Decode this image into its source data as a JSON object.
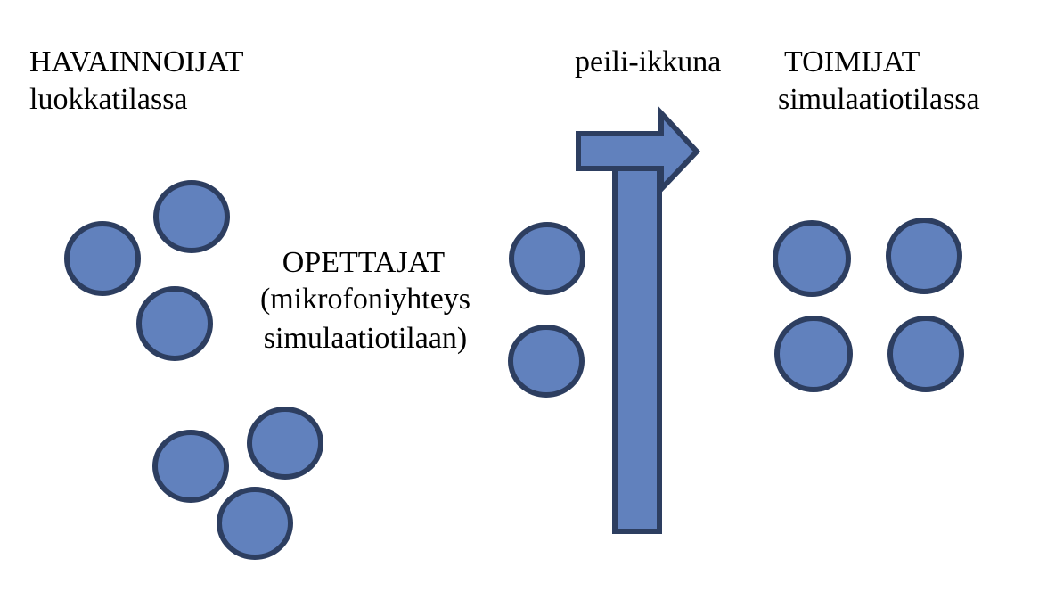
{
  "labels": {
    "observers_title": "HAVAINNOIJAT",
    "observers_sub": "luokkatilassa",
    "mirror": "peili-ikkuna",
    "actors_title": "TOIMIJAT",
    "actors_sub": "simulaatiotilassa",
    "teachers_title": "OPETTAJAT",
    "teachers_line2": "(mikrofoniyhteys",
    "teachers_line3": "simulaatiotilaan)"
  },
  "colors": {
    "node_fill": "#6181bd",
    "node_stroke": "#2d3e60"
  },
  "groups": {
    "observers_count": 6,
    "teachers_count": 2,
    "actors_count": 4
  }
}
